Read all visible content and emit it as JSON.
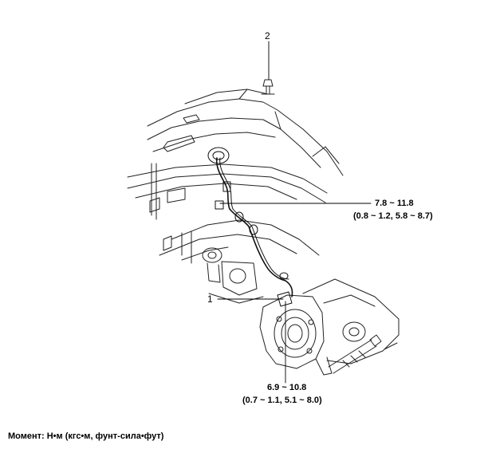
{
  "callouts": {
    "part_1": "1",
    "part_2": "2"
  },
  "torque_upper": {
    "value": "7.8 ~ 11.8",
    "alt": "(0.8 ~ 1.2, 5.8 ~ 8.7)"
  },
  "torque_lower": {
    "value": "6.9 ~ 10.8",
    "alt": "(0.7 ~ 1.1, 5.1 ~ 8.0)"
  },
  "footnote": "Момент: Н•м (кгс•м, фунт-сила•фут)"
}
